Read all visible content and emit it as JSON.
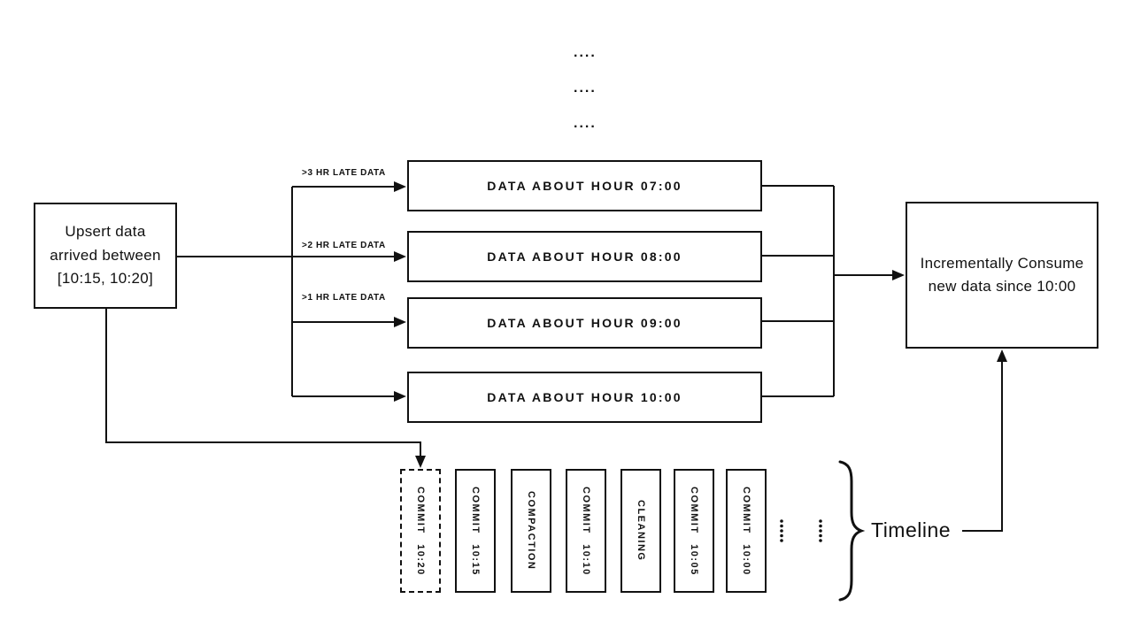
{
  "colors": {
    "ink": "#111111",
    "background": "#ffffff"
  },
  "top_ellipsis": {
    "rows": [
      "....",
      "....",
      "...."
    ]
  },
  "upsert_box": {
    "text": "Upsert data\narrived between\n[10:15, 10:20]"
  },
  "edge_labels": {
    "late3": ">3 HR LATE DATA",
    "late2": ">2 HR LATE DATA",
    "late1": ">1 HR LATE DATA"
  },
  "data_boxes": {
    "items": [
      {
        "label": "DATA ABOUT HOUR 07:00"
      },
      {
        "label": "DATA ABOUT HOUR 08:00"
      },
      {
        "label": "DATA ABOUT HOUR 09:00"
      },
      {
        "label": "DATA ABOUT HOUR 10:00"
      }
    ]
  },
  "consume_box": {
    "text": "Incrementally Consume\nnew data since 10:00"
  },
  "timeline": {
    "label": "Timeline",
    "events": [
      {
        "label": "COMMIT 10:20",
        "border": "dashed"
      },
      {
        "label": "COMMIT 10:15",
        "border": "solid"
      },
      {
        "label": "COMPACTION",
        "border": "solid"
      },
      {
        "label": "COMMIT 10:10",
        "border": "solid"
      },
      {
        "label": "CLEANING",
        "border": "solid"
      },
      {
        "label": "COMMIT 10:05",
        "border": "solid"
      },
      {
        "label": "COMMIT 10:00",
        "border": "solid"
      }
    ],
    "more_indicator_icons": [
      "vertical-ellipsis",
      "vertical-ellipsis"
    ]
  }
}
